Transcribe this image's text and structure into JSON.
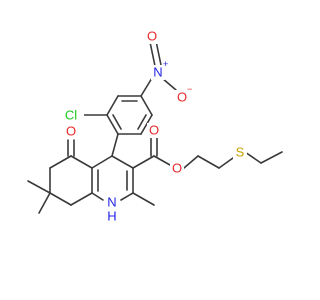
{
  "colors": {
    "bond": "#3a3a3a",
    "carbon": "#3a3a3a",
    "oxygen": "#e8282a",
    "nitrogen": "#2323e6",
    "sulfur": "#c8a000",
    "chlorine": "#1ec81e",
    "background": "#ffffff"
  },
  "atoms": {
    "cl": "Cl",
    "nitro_n": "N",
    "nitro_n_charge": "+",
    "nitro_o_double": "O",
    "nitro_o_single": "O",
    "nitro_o_charge": "−",
    "ketone_o": "O",
    "ester_o_double": "O",
    "ester_o_single": "O",
    "sulfur": "S",
    "ring_nh": "N",
    "ring_nh_h": "H"
  }
}
